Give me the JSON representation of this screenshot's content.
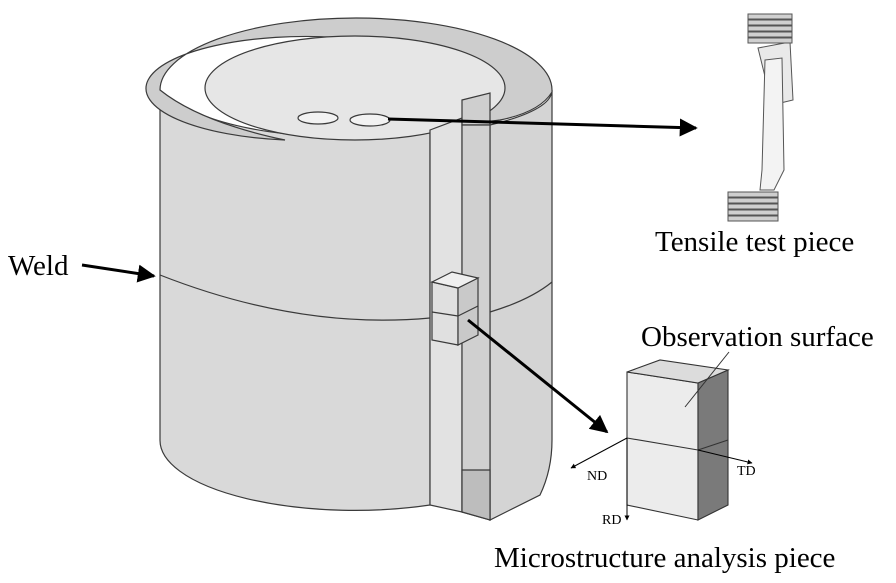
{
  "labels": {
    "weld": "Weld",
    "tensile": "Tensile test piece",
    "observation": "Observation surface",
    "microstructure": "Microstructure analysis piece",
    "nd": "ND",
    "td": "TD",
    "rd": "RD"
  },
  "colors": {
    "body": "#dcdcdc",
    "top": "#cfcfcf",
    "inner": "#e4e4e4",
    "edge": "#3a3a3a",
    "arrow": "#000000"
  }
}
